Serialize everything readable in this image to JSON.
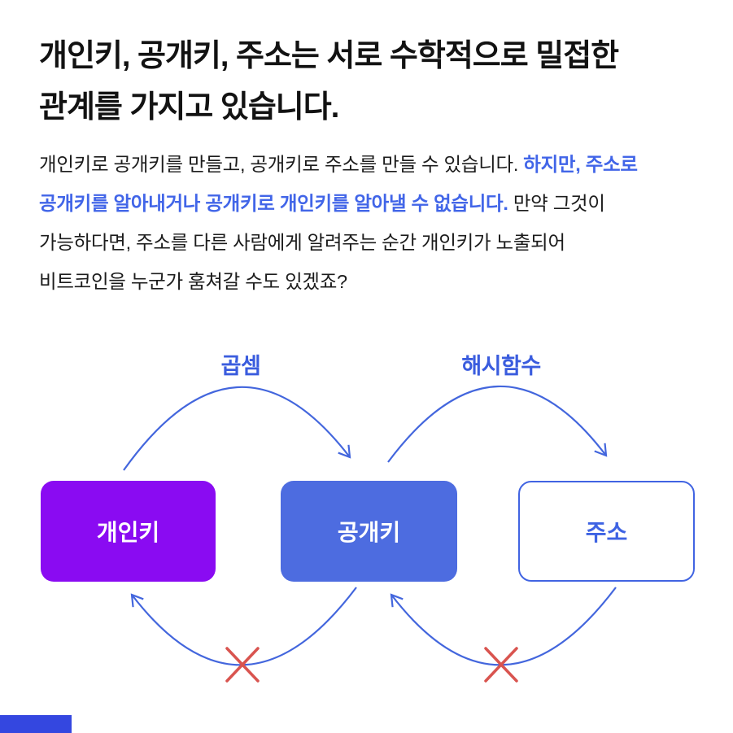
{
  "title": {
    "lines": [
      "개인키, 공개키, 주소는 서로 수학적으로 밀접한",
      "관계를 가지고 있습니다."
    ]
  },
  "body": {
    "line1_normal": "개인키로 공개키를 만들고, 공개키로 주소를 만들 수 있습니다. ",
    "line1_highlight": "하지만, 주소로",
    "line2_highlight": "공개키를 알아내거나 공개키로 개인키를 알아낼 수 없습니다.",
    "line2_normal": " 만약 그것이",
    "line3": "가능하다면, 주소를 다른 사람에게 알려주는 순간 개인키가 노출되어",
    "line4": "비트코인을 누군가 훔쳐갈 수도 있겠죠?",
    "highlight_color": "#4165E8",
    "text_color": "#1c1c1c"
  },
  "diagram": {
    "forward": [
      {
        "label": "곱셈",
        "from": "개인키",
        "to": "공개키"
      },
      {
        "label": "해시함수",
        "from": "공개키",
        "to": "주소"
      }
    ],
    "blocked": [
      {
        "from": "공개키",
        "to": "개인키"
      },
      {
        "from": "주소",
        "to": "공개키"
      }
    ],
    "nodes": [
      {
        "label": "개인키",
        "variant": "purple",
        "fill": "#8A0BF2",
        "text_color": "#ffffff"
      },
      {
        "label": "공개키",
        "variant": "blue",
        "fill": "#4D6CE0",
        "text_color": "#ffffff"
      },
      {
        "label": "주소",
        "variant": "outline",
        "fill": "#ffffff",
        "border_color": "#4164E2",
        "text_color": "#3E63E3"
      }
    ],
    "arrow_color": "#4366DD",
    "label_color": "#3A5CDE",
    "blocked_mark_color": "#D9544F"
  },
  "footer": {
    "accent_bar_color": "#3447E0"
  }
}
